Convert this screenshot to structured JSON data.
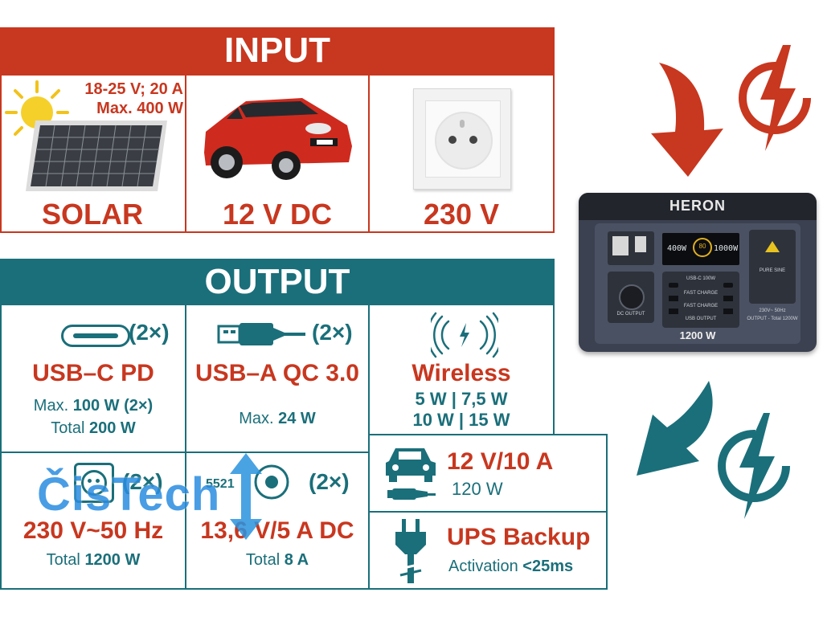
{
  "input": {
    "header": "INPUT",
    "solar": {
      "spec_line1": "18-25 V; 20 A",
      "spec_line2": "Max. 400 W",
      "label": "SOLAR"
    },
    "car": {
      "label": "12 V DC"
    },
    "socket": {
      "label": "230 V"
    }
  },
  "output": {
    "header": "OUTPUT",
    "usbc": {
      "count": "(2×)",
      "title": "USB–C PD",
      "line1_prefix": "Max.",
      "line1_value": "100 W (2×)",
      "line2_prefix": "Total",
      "line2_value": "200 W"
    },
    "usba": {
      "count": "(2×)",
      "title": "USB–A QC 3.0",
      "line1_prefix": "Max.",
      "line1_value": "24 W"
    },
    "wireless": {
      "title": "Wireless",
      "line1": "5 W | 7,5 W",
      "line2": "10 W | 15 W"
    },
    "ac": {
      "count": "(2×)",
      "title": "230 V~50 Hz",
      "line1_prefix": "Total",
      "line1_value": "1200 W"
    },
    "dc": {
      "count": "(2×)",
      "icon_text": "5521",
      "title": "13,6 V/5 A DC",
      "line1_prefix": "Total",
      "line1_value": "8 A"
    },
    "car12v": {
      "title": "12 V/10 A",
      "line1": "120 W"
    },
    "ups": {
      "title": "UPS Backup",
      "line1_prefix": "Activation",
      "line1_value": "<25ms"
    }
  },
  "device": {
    "brand": "HERON",
    "power_label": "1200 W",
    "input_readout": "400W",
    "output_readout": "1000W",
    "battery_readout": "80",
    "usb_c_label": "USB-C 100W",
    "fast_charge_1": "FAST CHARGE",
    "fast_charge_2": "FAST CHARGE",
    "usb_output": "USB OUTPUT",
    "dc_output": "DC OUTPUT",
    "ac_info": "230V~ 50Hz",
    "ac_total": "OUTPUT - Total 1200W",
    "pure_sine": "PURE SINE"
  },
  "watermark": {
    "text": "ČisTech"
  },
  "colors": {
    "red": "#c8371f",
    "teal": "#1a6f7a",
    "device_body": "#3b4150"
  },
  "icons": [
    "sun-icon",
    "solar-panel-icon",
    "car-icon",
    "wall-socket-icon",
    "usb-c-port-icon",
    "usb-a-plug-icon",
    "wireless-charging-icon",
    "ac-socket-icon",
    "dc-jack-icon",
    "car-charger-icon",
    "plug-icon",
    "down-arrow-icon",
    "lightning-icon"
  ]
}
